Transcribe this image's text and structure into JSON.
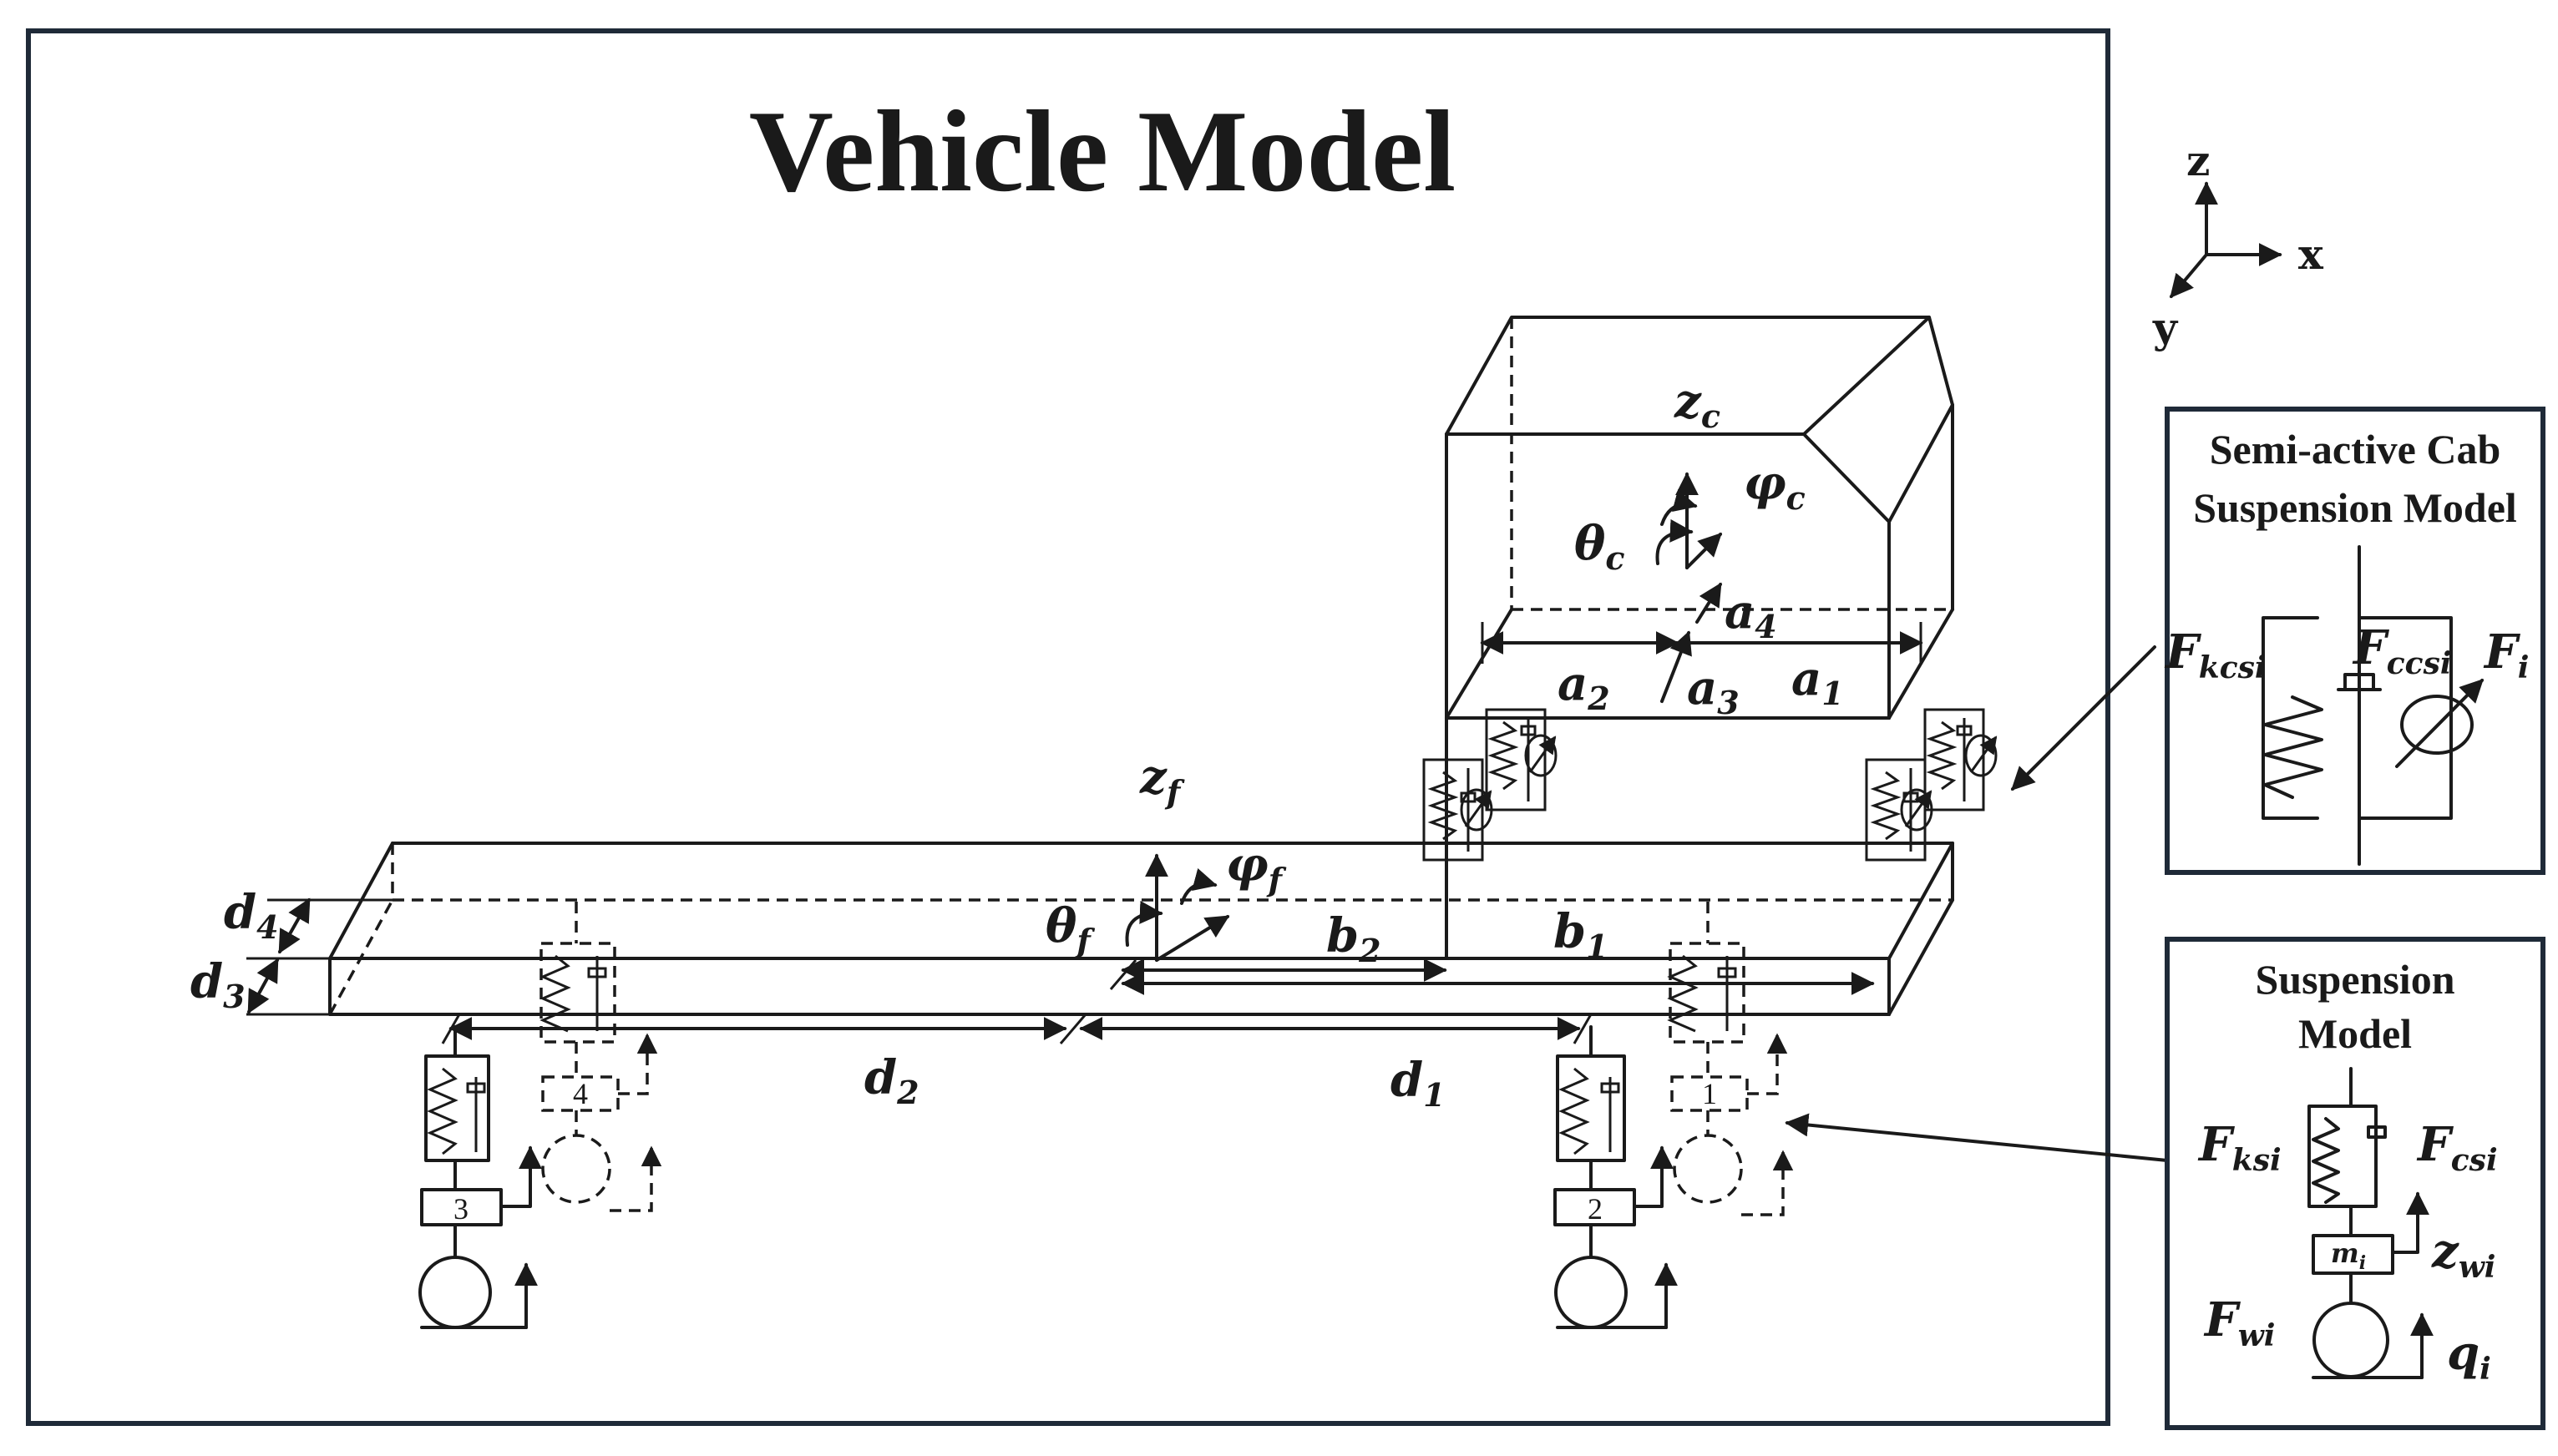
{
  "title": "Vehicle Model",
  "axes": {
    "z": "z",
    "x": "x",
    "y": "y"
  },
  "cab_panel": {
    "line1": "Semi-active Cab",
    "line2": "Suspension Model",
    "labels": {
      "fk": "F",
      "fk_sub": "kcsi",
      "fc": "F",
      "fc_sub": "ccsi",
      "fi": "F",
      "fi_sub": "i"
    }
  },
  "susp_panel": {
    "line1": "Suspension",
    "line2": "Model",
    "labels": {
      "fk": "F",
      "fk_sub": "ksi",
      "fc": "F",
      "fc_sub": "csi",
      "m": "m",
      "m_sub": "i",
      "zw": "z",
      "zw_sub": "wi",
      "fw": "F",
      "fw_sub": "wi",
      "q": "q",
      "q_sub": "i"
    }
  },
  "cab_labels": {
    "zc": "z",
    "zc_sub": "c",
    "phic": "φ",
    "phic_sub": "c",
    "thetac": "θ",
    "thetac_sub": "c",
    "a1": "a",
    "a1_sub": "1",
    "a2": "a",
    "a2_sub": "2",
    "a3": "a",
    "a3_sub": "3",
    "a4": "a",
    "a4_sub": "4"
  },
  "frame_labels": {
    "zf": "z",
    "zf_sub": "f",
    "phif": "φ",
    "phif_sub": "f",
    "thetaf": "θ",
    "thetaf_sub": "f",
    "b1": "b",
    "b1_sub": "1",
    "b2": "b",
    "b2_sub": "2",
    "d1": "d",
    "d1_sub": "1",
    "d2": "d",
    "d2_sub": "2",
    "d3": "d",
    "d3_sub": "3",
    "d4": "d",
    "d4_sub": "4"
  },
  "wheels": [
    "1",
    "2",
    "3",
    "4"
  ]
}
